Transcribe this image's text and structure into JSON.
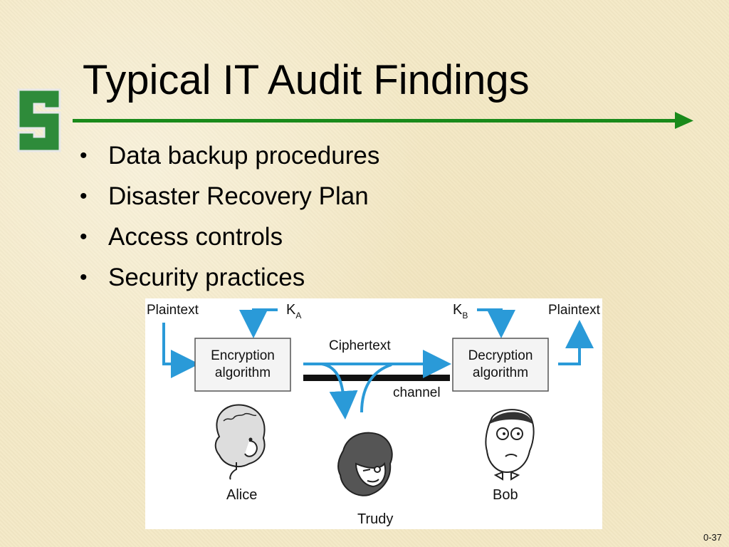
{
  "slide": {
    "title": "Typical IT Audit Findings",
    "page_number": "0-37",
    "accent_color": "#1a8a1a",
    "logo": {
      "icon": "s-logo-icon",
      "letter": "S",
      "color": "#2e8b3a"
    }
  },
  "bullets": [
    {
      "label": "Data backup procedures"
    },
    {
      "label": "Disaster Recovery Plan"
    },
    {
      "label": "Access controls"
    },
    {
      "label": "Security practices"
    }
  ],
  "diagram": {
    "plaintext_in": "Plaintext",
    "plaintext_out": "Plaintext",
    "key_a": "K",
    "key_a_sub": "A",
    "key_b": "K",
    "key_b_sub": "B",
    "encryption_line1": "Encryption",
    "encryption_line2": "algorithm",
    "decryption_line1": "Decryption",
    "decryption_line2": "algorithm",
    "ciphertext": "Ciphertext",
    "channel": "channel",
    "alice": "Alice",
    "bob": "Bob",
    "trudy": "Trudy",
    "arrow_color": "#2a9ad8"
  }
}
